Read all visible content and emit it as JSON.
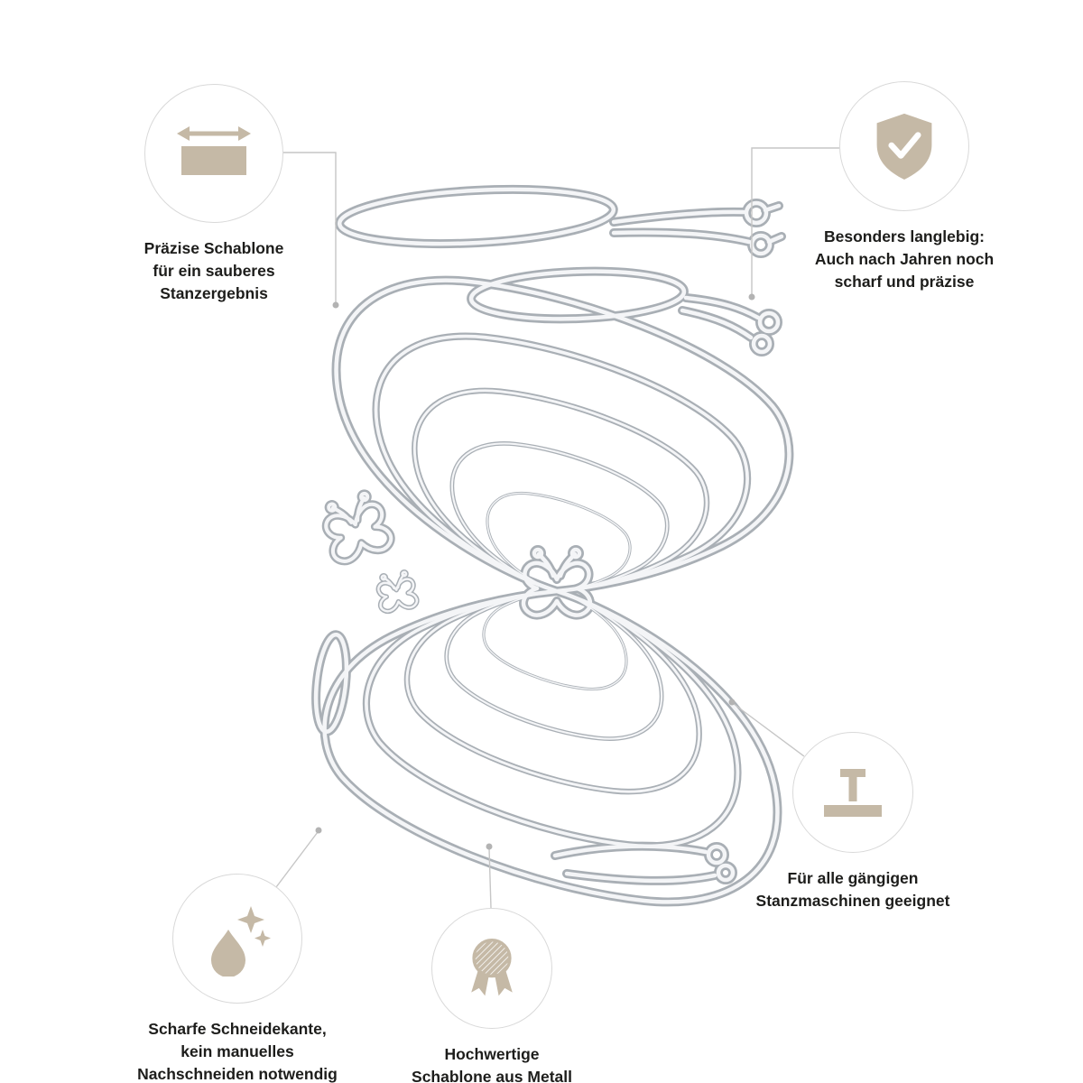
{
  "features": {
    "precision": {
      "label": "Präzise Schablone\nfür ein sauberes\nStanzergebnis",
      "icon": "width-arrows-icon"
    },
    "durability": {
      "label": "Besonders langlebig:\nAuch nach Jahren noch\nscharf und präzise",
      "icon": "shield-check-icon"
    },
    "sharp_edge": {
      "label": "Scharfe Schneidekante,\nkein manuelles\nNachschneiden notwendig",
      "icon": "droplet-shine-icon"
    },
    "quality": {
      "label": "Hochwertige\nSchablone aus Metall",
      "icon": "medal-icon"
    },
    "compatibility": {
      "label": "Für alle gängigen\nStanzmaschinen geeignet",
      "icon": "die-press-icon"
    }
  },
  "colors": {
    "icon_accent": "#c5b9a6",
    "circle_border": "#d9d9d9",
    "text_color": "#1d1d1b",
    "connector": "#c6c6c6",
    "dot": "#b3b3b3",
    "die_outer": "#a9afb5",
    "die_inner": "#f4f5f7"
  }
}
